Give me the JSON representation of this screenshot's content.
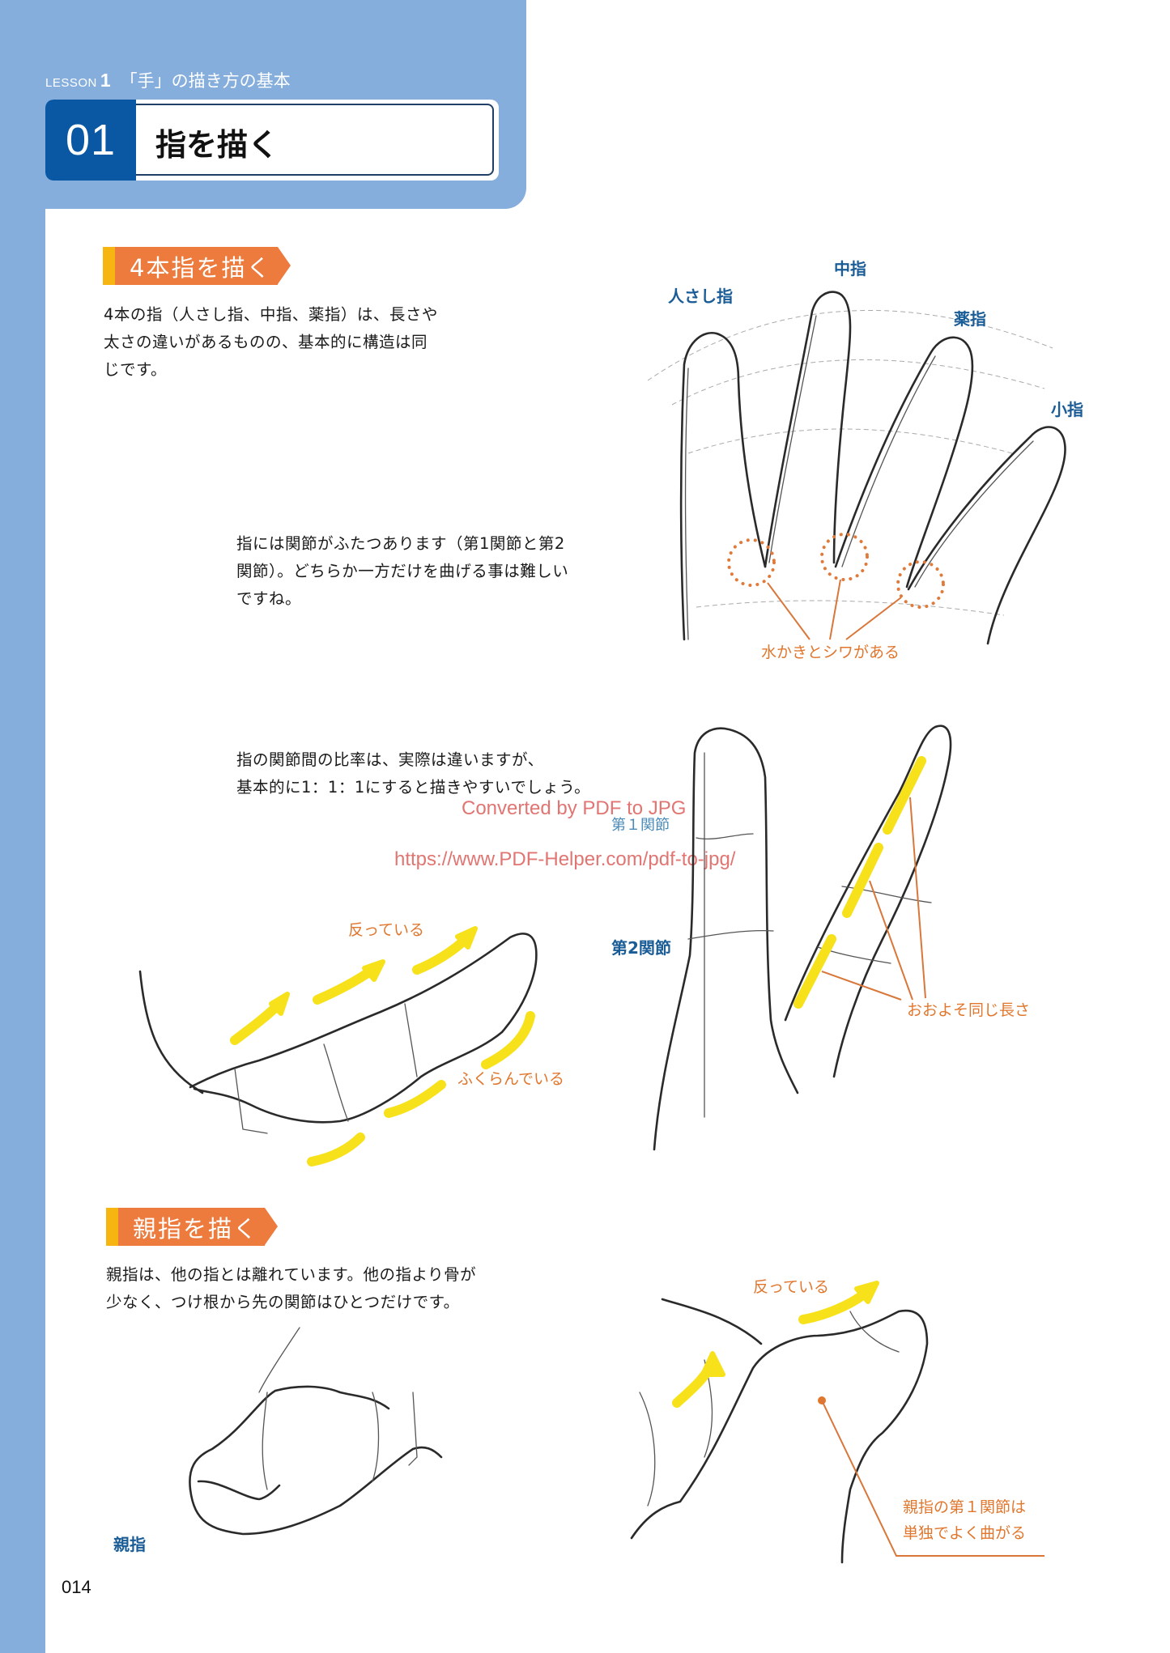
{
  "colors": {
    "header_blue": "#86aedd",
    "number_box_blue": "#0a58a4",
    "banner_orange": "#ec7b3d",
    "banner_accent_yellow": "#f7b512",
    "label_blue": "#1a5c96",
    "annotation_orange": "#e0772e",
    "highlight_yellow": "#f7e11a",
    "watermark_red": "#d9534f"
  },
  "header": {
    "lesson_word": "LESSON",
    "lesson_number": "1",
    "lesson_title": "「手」の描き方の基本",
    "section_number": "01",
    "section_title": "指を描く"
  },
  "four_fingers": {
    "banner": "4本指を描く",
    "intro": "4本の指（人さし指、中指、薬指）は、長さや\n太さの違いがあるものの、基本的に構造は同\nじです。",
    "joints_text": "指には関節がふたつあります（第1関節と第2\n関節）。どちらか一方だけを曲げる事は難しい\nですね。",
    "hand_labels": {
      "index": "人さし指",
      "middle": "中指",
      "ring": "薬指",
      "little": "小指"
    },
    "webbing_note": "水かきとシワがある"
  },
  "ratio": {
    "text": "指の関節間の比率は、実際は違いますが、\n基本的に1：1：1にすると描きやすいでしょう。",
    "first_joint": "第１関節",
    "second_joint": "第2関節",
    "same_length": "おおよそ同じ長さ",
    "arched": "反っている",
    "bulging": "ふくらんでいる"
  },
  "watermark": {
    "line1": "Converted by PDF to JPG",
    "line2": "https://www.PDF-Helper.com/pdf-to-jpg/"
  },
  "thumb": {
    "banner": "親指を描く",
    "text": "親指は、他の指とは離れています。他の指より骨が\n少なく、つけ根から先の関節はひとつだけです。",
    "label": "親指",
    "arched": "反っている",
    "joint_note": "親指の第１関節は\n単独でよく曲がる"
  },
  "page": {
    "number": "014"
  }
}
